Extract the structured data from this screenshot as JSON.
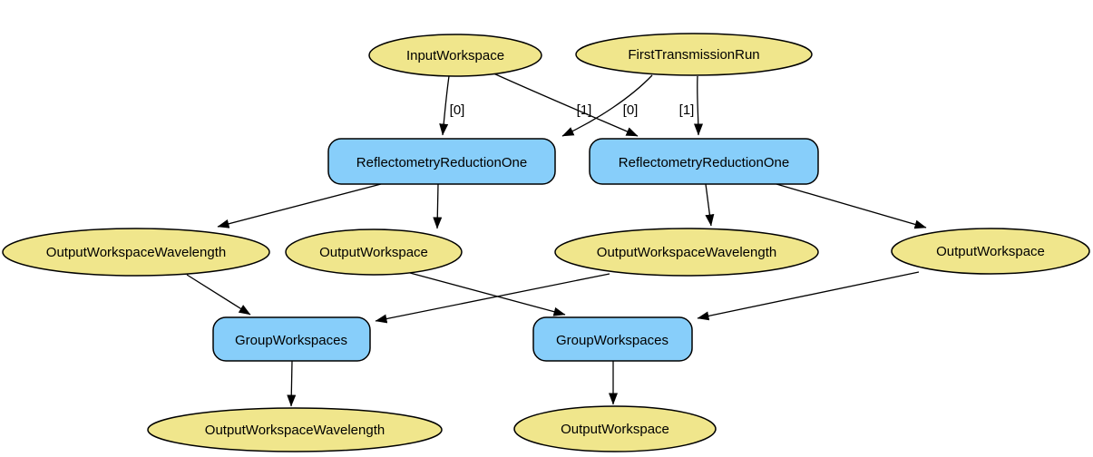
{
  "diagram": {
    "kind": "algorithm-workflow-graph",
    "background": "#ffffff"
  },
  "colors": {
    "workspace_fill": "#F0E68C",
    "algorithm_fill": "#87CEFA",
    "outline": "#000000",
    "text": "#000000",
    "background": "#ffffff"
  },
  "nodes": {
    "input_workspace": {
      "label": "InputWorkspace",
      "kind": "workspace"
    },
    "first_transmission_run": {
      "label": "FirstTransmissionRun",
      "kind": "workspace"
    },
    "reflectometry_reduction_one_left": {
      "label": "ReflectometryReductionOne",
      "kind": "algorithm"
    },
    "reflectometry_reduction_one_right": {
      "label": "ReflectometryReductionOne",
      "kind": "algorithm"
    },
    "output_workspace_wavelength_left": {
      "label": "OutputWorkspaceWavelength",
      "kind": "workspace"
    },
    "output_workspace_left": {
      "label": "OutputWorkspace",
      "kind": "workspace"
    },
    "output_workspace_wavelength_right": {
      "label": "OutputWorkspaceWavelength",
      "kind": "workspace"
    },
    "output_workspace_right": {
      "label": "OutputWorkspace",
      "kind": "workspace"
    },
    "group_workspaces_left": {
      "label": "GroupWorkspaces",
      "kind": "algorithm"
    },
    "group_workspaces_right": {
      "label": "GroupWorkspaces",
      "kind": "algorithm"
    },
    "output_workspace_wavelength_grouped": {
      "label": "OutputWorkspaceWavelength",
      "kind": "workspace"
    },
    "output_workspace_grouped": {
      "label": "OutputWorkspace",
      "kind": "workspace"
    }
  },
  "edges": [
    {
      "from": "InputWorkspace",
      "to": "ReflectometryReductionOne (left)",
      "label": "[0]"
    },
    {
      "from": "InputWorkspace",
      "to": "ReflectometryReductionOne (right)",
      "label": "[1]"
    },
    {
      "from": "FirstTransmissionRun",
      "to": "ReflectometryReductionOne (left)",
      "label": "[0]"
    },
    {
      "from": "FirstTransmissionRun",
      "to": "ReflectometryReductionOne (right)",
      "label": "[1]"
    },
    {
      "from": "ReflectometryReductionOne (left)",
      "to": "OutputWorkspaceWavelength (left)",
      "label": ""
    },
    {
      "from": "ReflectometryReductionOne (left)",
      "to": "OutputWorkspace (left)",
      "label": ""
    },
    {
      "from": "ReflectometryReductionOne (right)",
      "to": "OutputWorkspaceWavelength (right)",
      "label": ""
    },
    {
      "from": "ReflectometryReductionOne (right)",
      "to": "OutputWorkspace (right)",
      "label": ""
    },
    {
      "from": "OutputWorkspaceWavelength (left)",
      "to": "GroupWorkspaces (left)",
      "label": ""
    },
    {
      "from": "OutputWorkspaceWavelength (right)",
      "to": "GroupWorkspaces (left)",
      "label": ""
    },
    {
      "from": "OutputWorkspace (left)",
      "to": "GroupWorkspaces (right)",
      "label": ""
    },
    {
      "from": "OutputWorkspace (right)",
      "to": "GroupWorkspaces (right)",
      "label": ""
    },
    {
      "from": "GroupWorkspaces (left)",
      "to": "OutputWorkspaceWavelength (grouped)",
      "label": ""
    },
    {
      "from": "GroupWorkspaces (right)",
      "to": "OutputWorkspace (grouped)",
      "label": ""
    }
  ]
}
